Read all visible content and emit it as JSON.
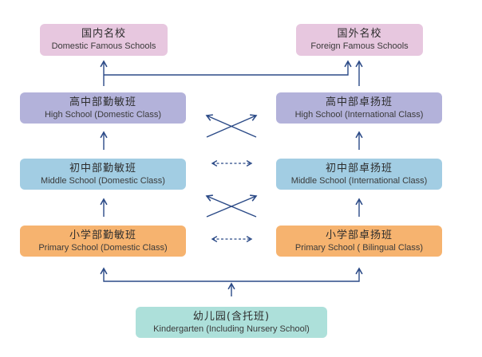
{
  "colors": {
    "university": "#e7c7df",
    "high_school": "#b3b2da",
    "middle_school": "#a2cde3",
    "primary_school": "#f6b36f",
    "kindergarten": "#ade0da",
    "arrow": "#2b4a87"
  },
  "nodes": {
    "domestic_university": {
      "zh": "国内名校",
      "en": "Domestic Famous Schools"
    },
    "foreign_university": {
      "zh": "国外名校",
      "en": "Foreign Famous Schools"
    },
    "high_domestic": {
      "zh": "高中部勤敏班",
      "en": "High School (Domestic Class)"
    },
    "high_international": {
      "zh": "高中部卓扬班",
      "en": "High School (International Class)"
    },
    "middle_domestic": {
      "zh": "初中部勤敏班",
      "en": "Middle School (Domestic Class)"
    },
    "middle_international": {
      "zh": "初中部卓扬班",
      "en": "Middle School (International Class)"
    },
    "primary_domestic": {
      "zh": "小学部勤敏班",
      "en": "Primary School (Domestic Class)"
    },
    "primary_bilingual": {
      "zh": "小学部卓扬班",
      "en": "Primary School ( Bilingual Class)"
    },
    "kindergarten": {
      "zh": "幼儿园(含托班)",
      "en": "Kindergarten (Including Nursery School)"
    }
  },
  "edges": [
    {
      "from": "kindergarten",
      "to": "primary_domestic",
      "style": "solid"
    },
    {
      "from": "kindergarten",
      "to": "primary_bilingual",
      "style": "solid"
    },
    {
      "from": "primary_domestic",
      "to": "primary_bilingual",
      "style": "dashed-bidirectional"
    },
    {
      "from": "primary_domestic",
      "to": "middle_domestic",
      "style": "solid"
    },
    {
      "from": "primary_bilingual",
      "to": "middle_international",
      "style": "solid"
    },
    {
      "from": "primary_domestic",
      "to": "middle_international",
      "style": "solid"
    },
    {
      "from": "primary_bilingual",
      "to": "middle_domestic",
      "style": "solid"
    },
    {
      "from": "middle_domestic",
      "to": "middle_international",
      "style": "dashed-bidirectional"
    },
    {
      "from": "middle_domestic",
      "to": "high_domestic",
      "style": "solid"
    },
    {
      "from": "middle_international",
      "to": "high_international",
      "style": "solid"
    },
    {
      "from": "middle_domestic",
      "to": "high_international",
      "style": "solid"
    },
    {
      "from": "middle_international",
      "to": "high_domestic",
      "style": "solid"
    },
    {
      "from": "high_domestic",
      "to": "domestic_university",
      "style": "solid"
    },
    {
      "from": "high_domestic",
      "to": "foreign_university",
      "style": "solid"
    },
    {
      "from": "high_international",
      "to": "foreign_university",
      "style": "solid"
    }
  ]
}
